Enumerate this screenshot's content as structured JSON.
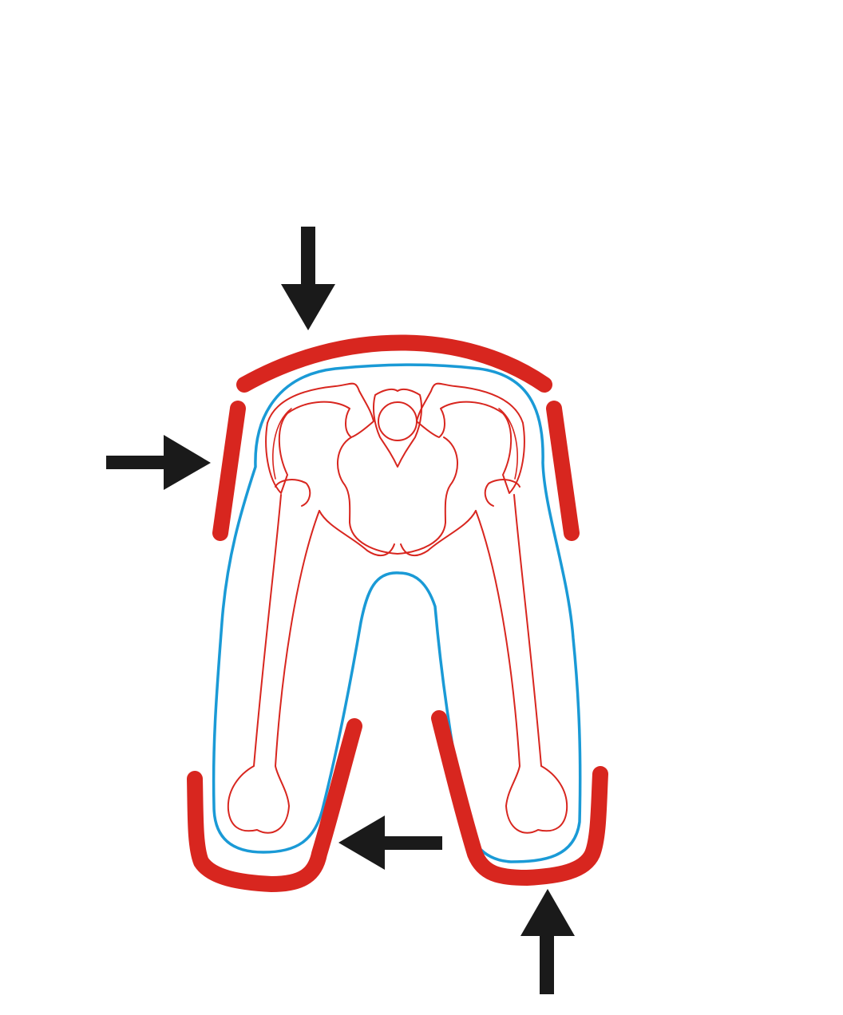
{
  "diagram": {
    "description_text": "",
    "colors": {
      "background": "#ffffff",
      "pad": "#d8261f",
      "body_outline": "#1a9ad6",
      "skeleton": "#d8261f",
      "arrow": "#1a1a1a"
    },
    "arrows": [
      {
        "name": "arrow-down-top",
        "direction": "down"
      },
      {
        "name": "arrow-right-left",
        "direction": "right"
      },
      {
        "name": "arrow-left-bottom",
        "direction": "left"
      },
      {
        "name": "arrow-up-bottom",
        "direction": "up"
      }
    ],
    "pads": [
      {
        "name": "top-pad"
      },
      {
        "name": "left-hip-pad"
      },
      {
        "name": "right-hip-pad"
      },
      {
        "name": "left-leg-cup-pad"
      },
      {
        "name": "right-leg-cup-pad"
      }
    ]
  }
}
